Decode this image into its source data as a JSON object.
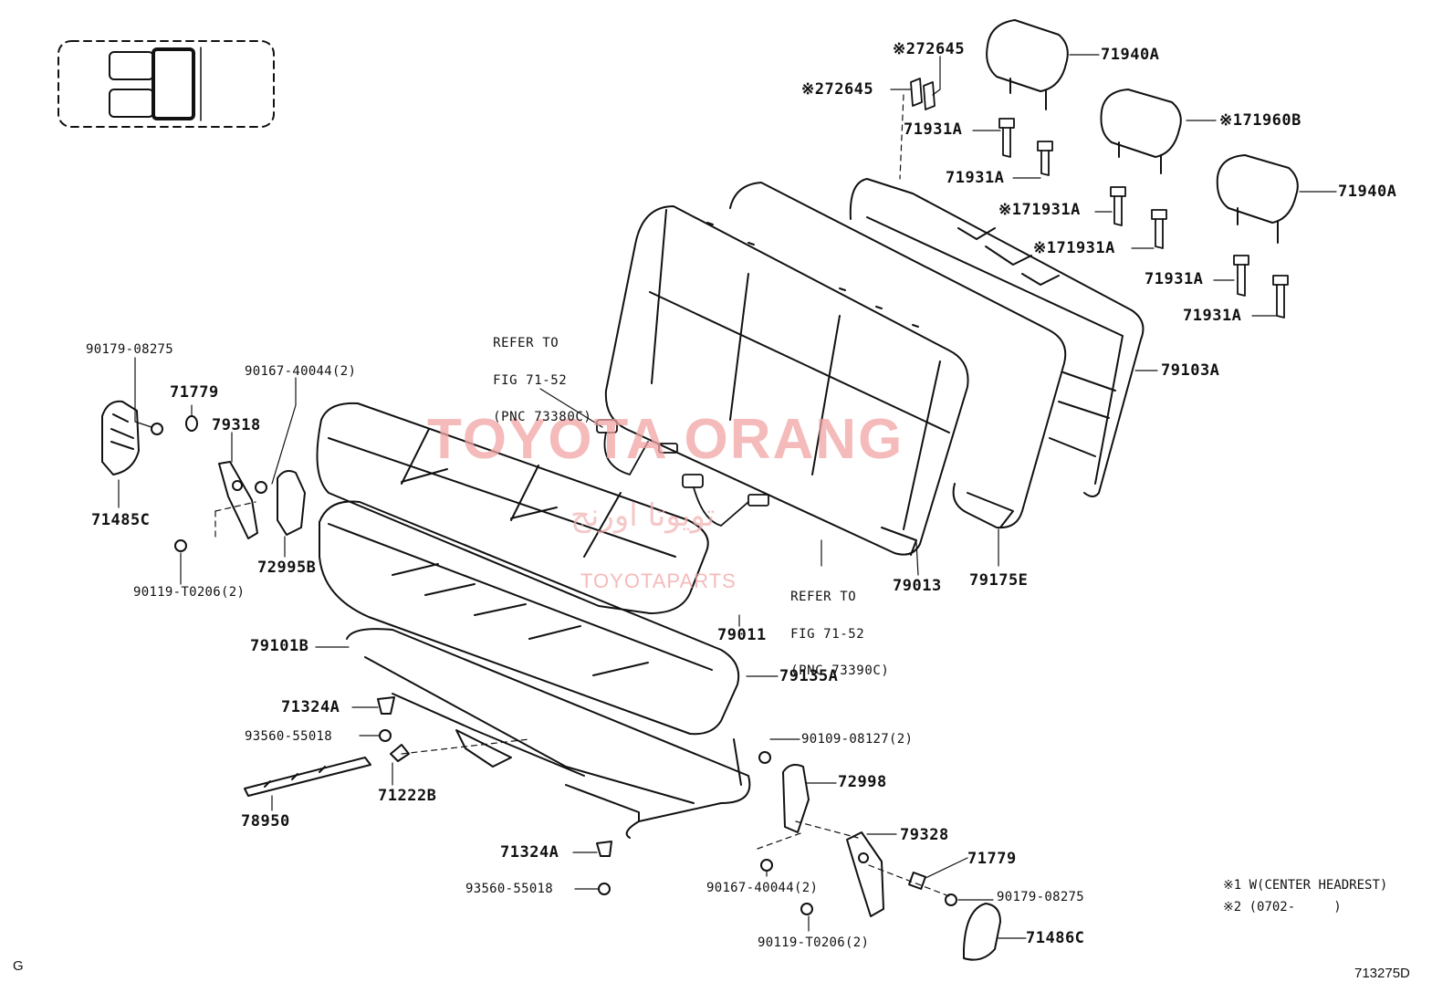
{
  "watermark": {
    "main": "TOYOTA ORANG",
    "arabic": "تويوتا اورنج",
    "site": "TOYOTAPARTS"
  },
  "references": [
    {
      "line1": "REFER TO",
      "line2": "FIG 71-52",
      "line3": "(PNC 73380C)"
    },
    {
      "line1": "REFER TO",
      "line2": "FIG 71-52",
      "line3": "(PNC 73390C)"
    }
  ],
  "part_labels": {
    "p72645_a": "※272645",
    "p72645_b": "※272645",
    "p71940A_top": "71940A",
    "p71960B": "※171960B",
    "p71931A_1": "71931A",
    "p71931A_2": "71931A",
    "p71931A_3": "※171931A",
    "p71931A_4": "※171931A",
    "p71940A_right": "71940A",
    "p71931A_5": "71931A",
    "p71931A_6": "71931A",
    "p79103A": "79103A",
    "p90179_left": "90179-08275",
    "p71779_left": "71779",
    "p90167_left": "90167-40044(2)",
    "p79318": "79318",
    "p71485C": "71485C",
    "p72995B": "72995B",
    "p90119_left": "90119-T0206(2)",
    "p79013": "79013",
    "p79175E": "79175E",
    "p79011": "79011",
    "p79101B": "79101B",
    "p79135A": "79135A",
    "p71324A_top": "71324A",
    "p93560_top": "93560-55018",
    "p90109": "90109-08127(2)",
    "p72998": "72998",
    "p78950": "78950",
    "p71222B": "71222B",
    "p79328": "79328",
    "p71324A_bottom": "71324A",
    "p71779_right": "71779",
    "p90167_right": "90167-40044(2)",
    "p93560_bottom": "93560-55018",
    "p90179_right": "90179-08275",
    "p90119_right": "90119-T0206(2)",
    "p71486C": "71486C"
  },
  "notes": {
    "note1": "※1 W(CENTER HEADREST)",
    "note2": "※2 (0702-     )"
  },
  "corner": {
    "left": "G",
    "diagram_id": "713275D"
  }
}
